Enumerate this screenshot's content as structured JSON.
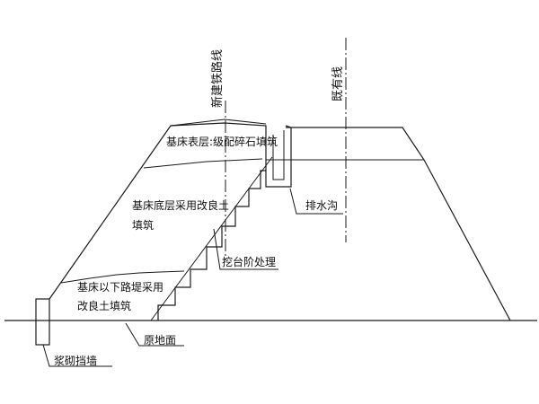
{
  "labels": {
    "new_line": "新建铁路线",
    "existing_line": "既有线",
    "surface_layer": "基床表层:级配碎石填筑",
    "bottom_layer_1": "基床底层采用改良土",
    "bottom_layer_2": "填筑",
    "step_treatment": "挖台阶处理",
    "drainage": "排水沟",
    "lower_fill_1": "基床以下路堤采用",
    "lower_fill_2": "改良土填筑",
    "ground_surface": "原地面",
    "retaining_wall": "浆砌挡墙"
  }
}
